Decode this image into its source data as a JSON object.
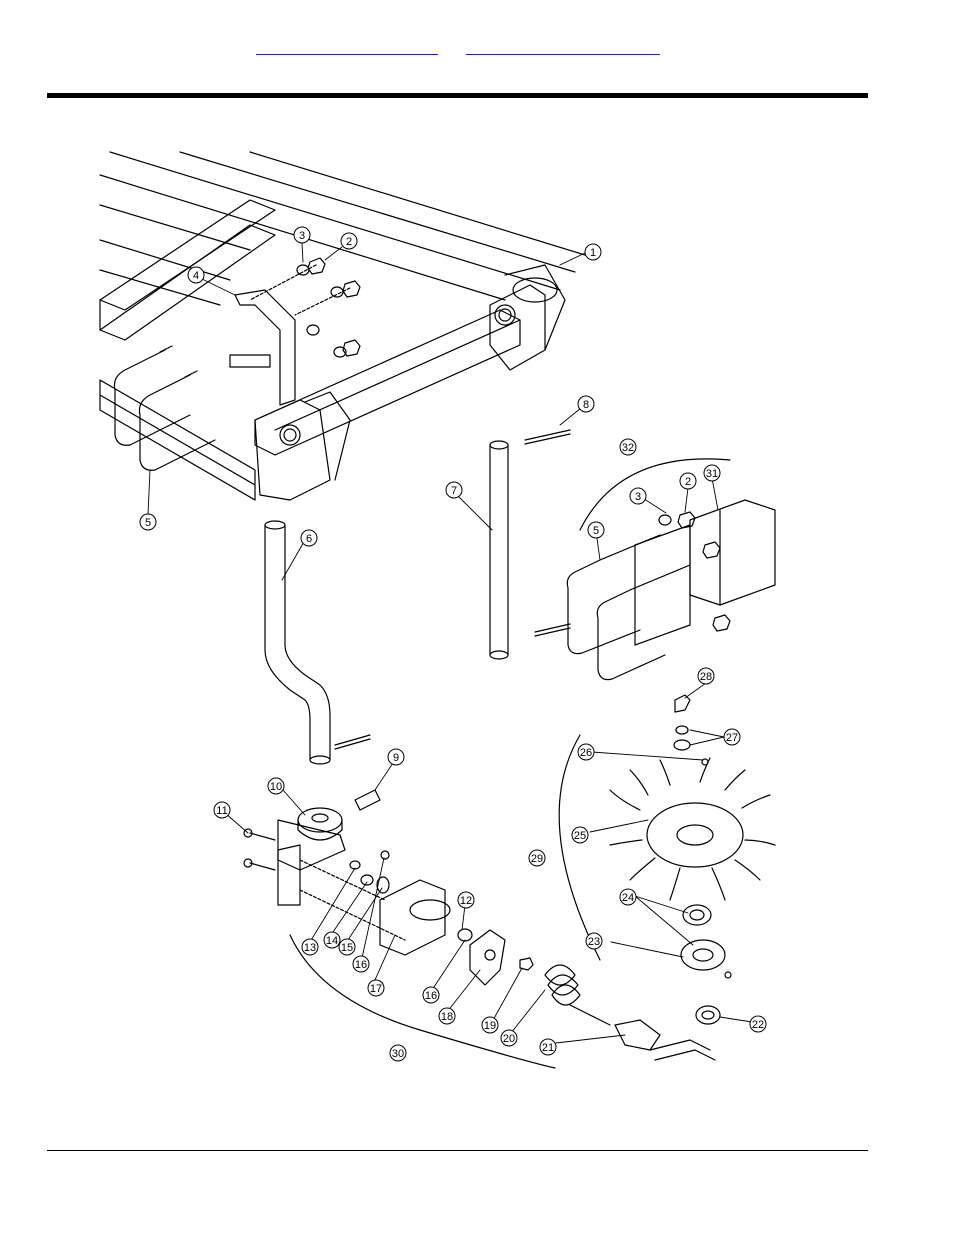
{
  "header": {
    "links": [
      {
        "text": ""
      },
      {
        "text": ""
      }
    ]
  },
  "callouts": [
    {
      "id": "1"
    },
    {
      "id": "2"
    },
    {
      "id": "3"
    },
    {
      "id": "4"
    },
    {
      "id": "5"
    },
    {
      "id": "6"
    },
    {
      "id": "7"
    },
    {
      "id": "8"
    },
    {
      "id": "9"
    },
    {
      "id": "10"
    },
    {
      "id": "11"
    },
    {
      "id": "12"
    },
    {
      "id": "13"
    },
    {
      "id": "14"
    },
    {
      "id": "15"
    },
    {
      "id": "16"
    },
    {
      "id": "16"
    },
    {
      "id": "17"
    },
    {
      "id": "18"
    },
    {
      "id": "19"
    },
    {
      "id": "20"
    },
    {
      "id": "21"
    },
    {
      "id": "22"
    },
    {
      "id": "23"
    },
    {
      "id": "24"
    },
    {
      "id": "25"
    },
    {
      "id": "26"
    },
    {
      "id": "27"
    },
    {
      "id": "28"
    },
    {
      "id": "29"
    },
    {
      "id": "30"
    },
    {
      "id": "31"
    },
    {
      "id": "32"
    },
    {
      "id": "2"
    },
    {
      "id": "3"
    },
    {
      "id": "5"
    }
  ]
}
